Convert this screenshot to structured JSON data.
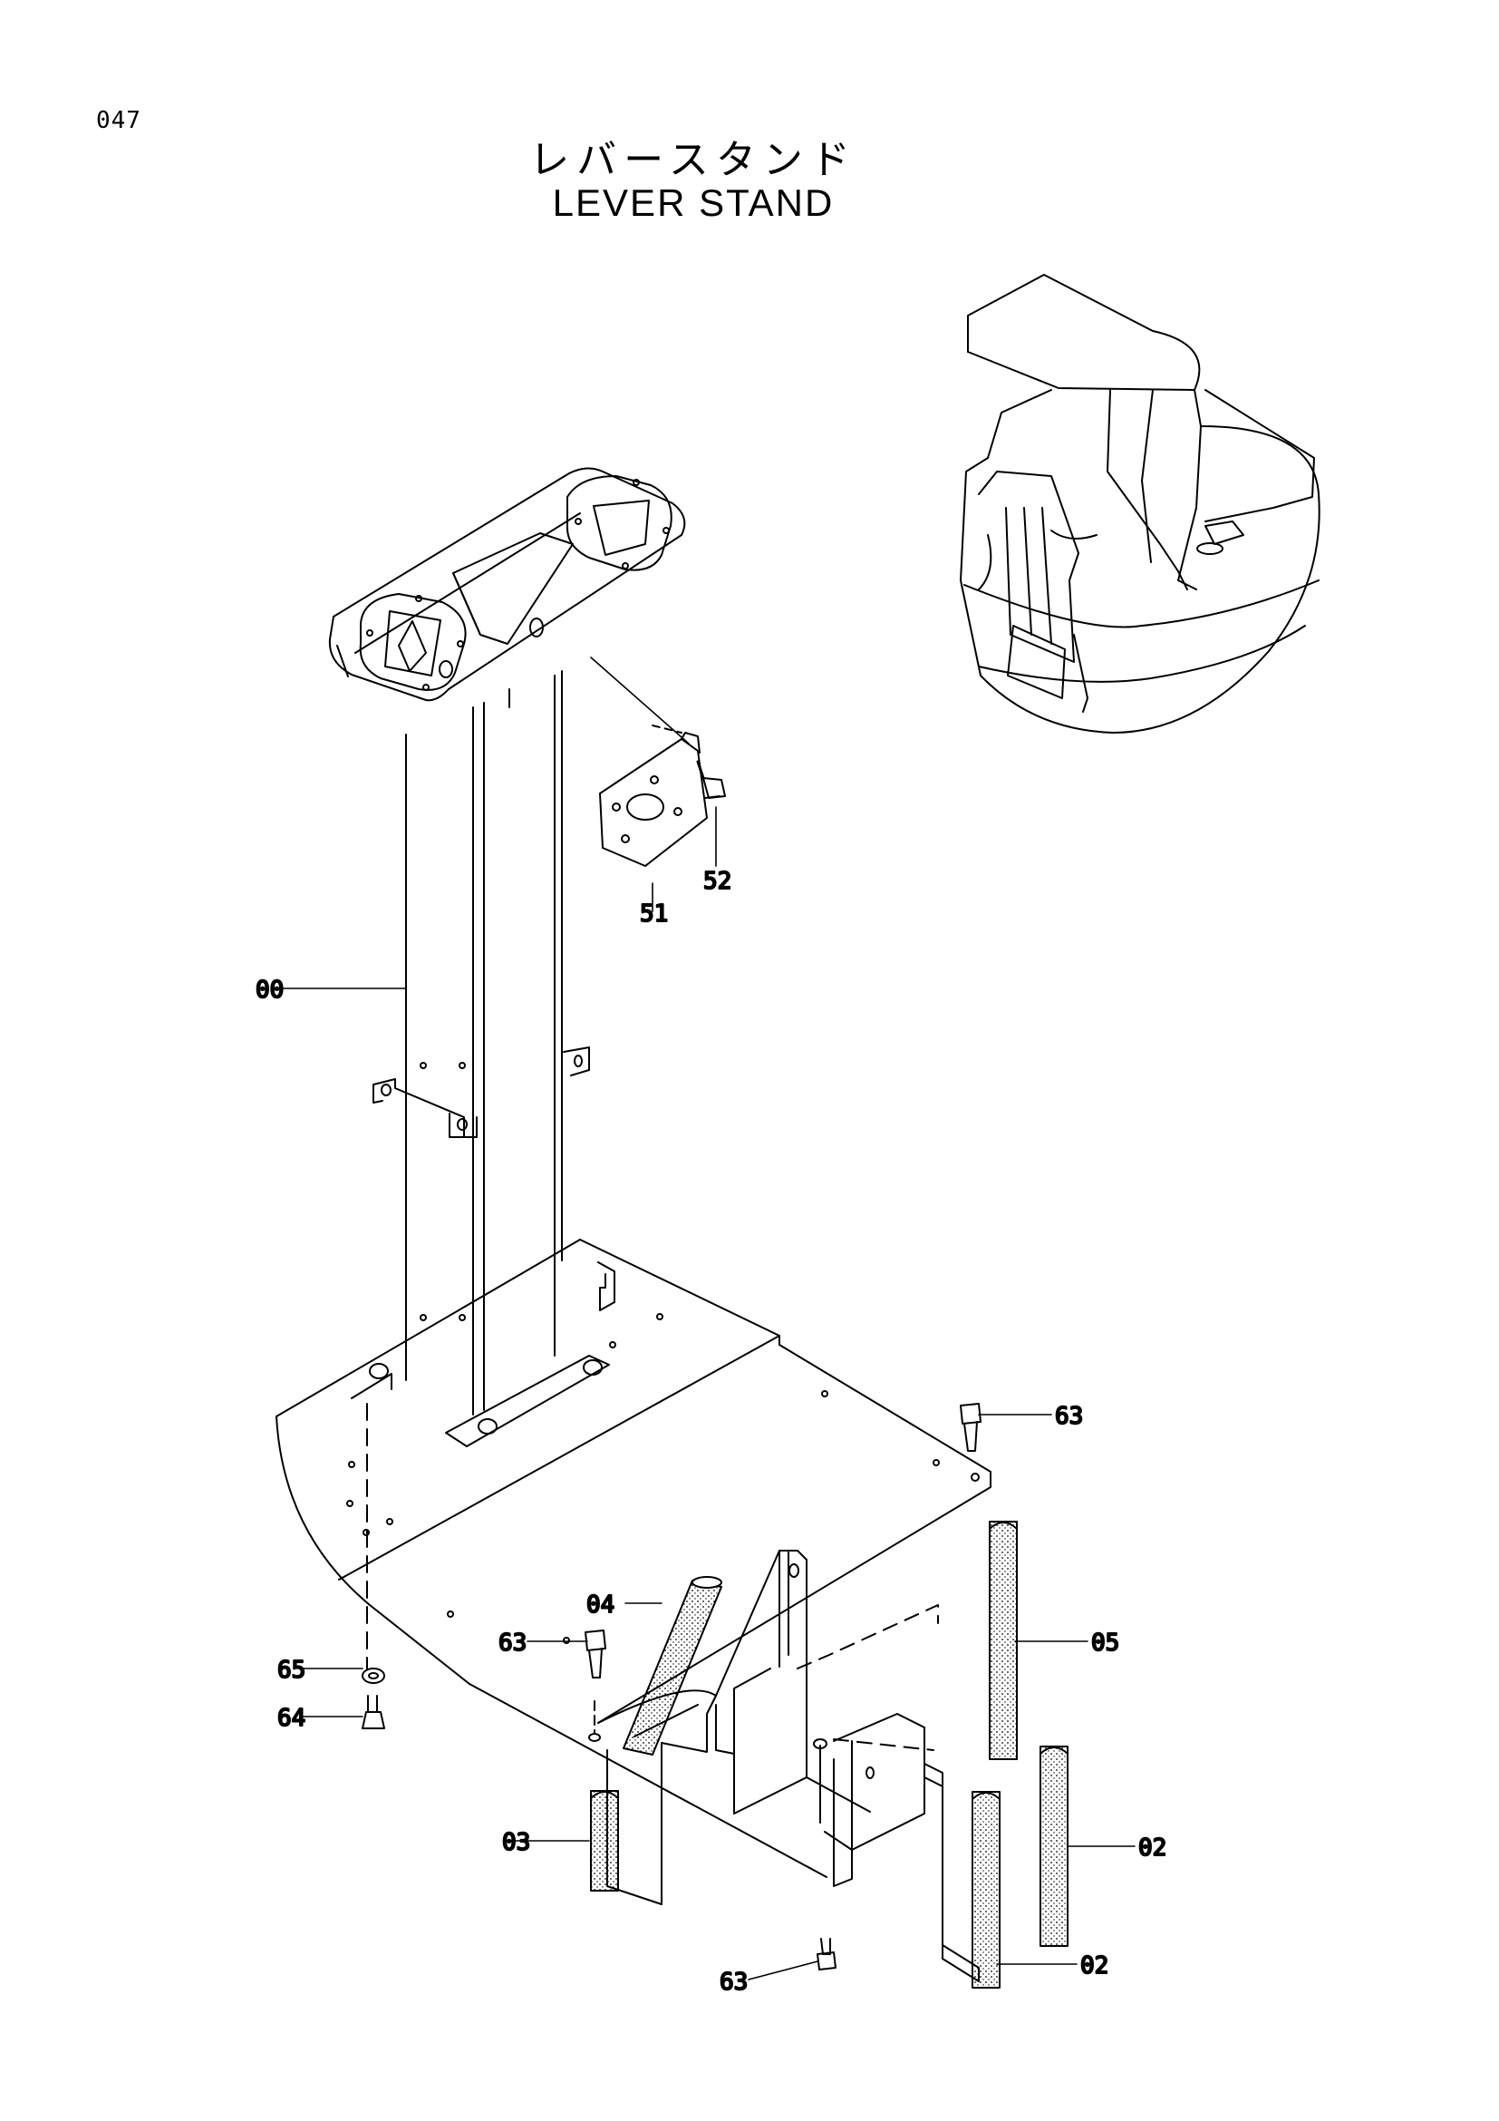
{
  "page": {
    "number": "047"
  },
  "title": {
    "japanese": "レバースタンド",
    "english": "LEVER STAND"
  },
  "callouts": [
    {
      "id": "00",
      "label": "00"
    },
    {
      "id": "51",
      "label": "51"
    },
    {
      "id": "52",
      "label": "52"
    },
    {
      "id": "63a",
      "label": "63"
    },
    {
      "id": "63b",
      "label": "63"
    },
    {
      "id": "63c",
      "label": "63"
    },
    {
      "id": "04",
      "label": "04"
    },
    {
      "id": "05",
      "label": "05"
    },
    {
      "id": "65",
      "label": "65"
    },
    {
      "id": "64",
      "label": "64"
    },
    {
      "id": "03",
      "label": "03"
    },
    {
      "id": "02a",
      "label": "02"
    },
    {
      "id": "02b",
      "label": "02"
    }
  ]
}
